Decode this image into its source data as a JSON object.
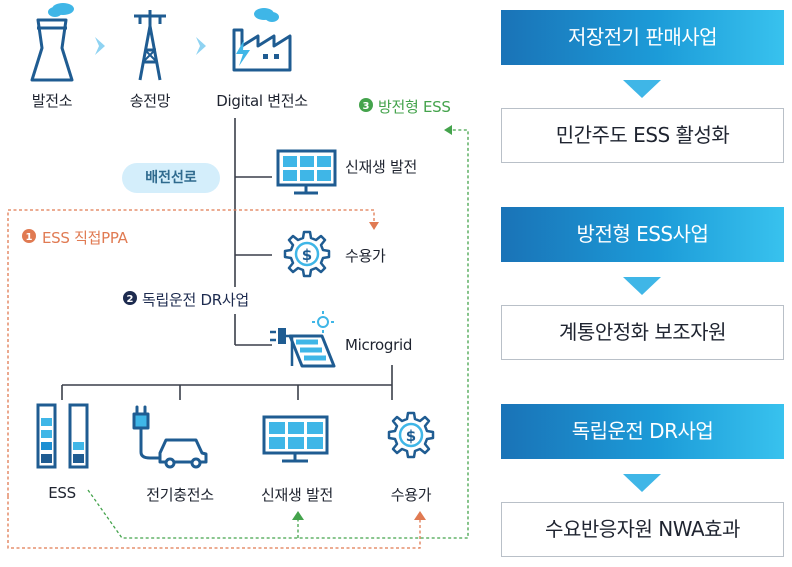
{
  "left": {
    "top_nodes": [
      "발전소",
      "송전망",
      "Digital 변전소"
    ],
    "feeder_label": "배전선로",
    "branch_nodes": [
      "신재생 발전",
      "수용가",
      "Microgrid"
    ],
    "ann_1": {
      "num": "1",
      "text": "ESS 직접PPA"
    },
    "ann_2": {
      "num": "2",
      "text": "독립운전 DR사업"
    },
    "ann_3": {
      "num": "3",
      "text": "방전형 ESS"
    },
    "bottom_nodes": [
      "ESS",
      "전기충전소",
      "신재생 발전",
      "수용가"
    ]
  },
  "right": {
    "blue_boxes": [
      "저장전기 판매사업",
      "방전형 ESS사업",
      "독립운전 DR사업"
    ],
    "white_boxes": [
      "민간주도 ESS 활성화",
      "계통안정화 보조자원",
      "수요반응자원 NWA효과"
    ]
  },
  "colors": {
    "accent_blue": "#1c8fd3",
    "icon_light_blue": "#3fb6e7",
    "icon_dark_blue": "#1f5c92",
    "orange_dashed": "#e07a52",
    "green_dashed": "#44a34c"
  }
}
